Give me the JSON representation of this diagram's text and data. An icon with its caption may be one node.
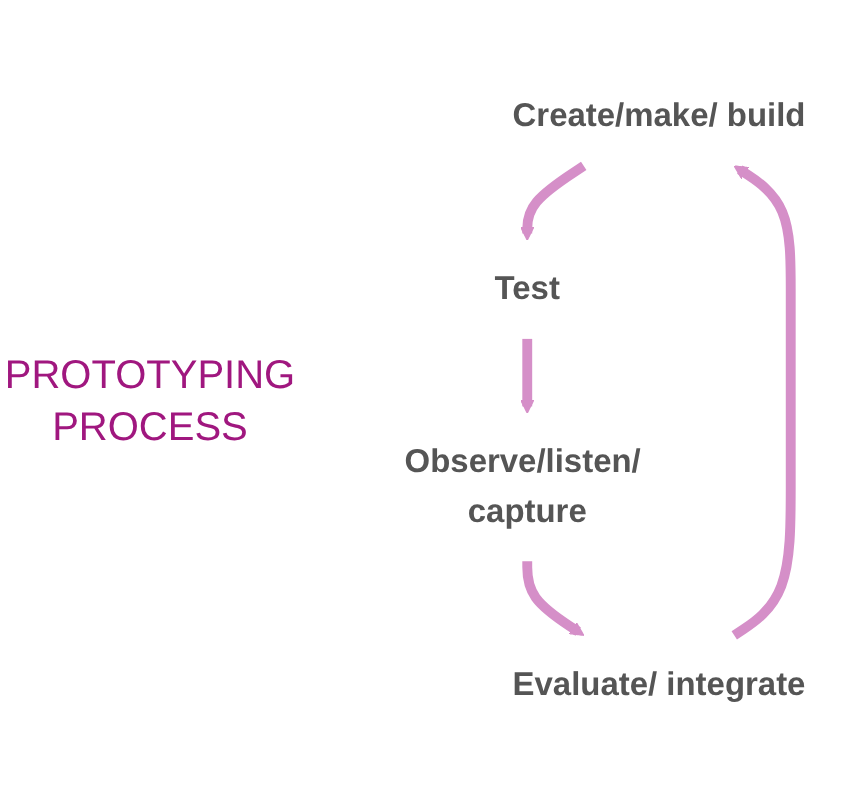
{
  "diagram": {
    "nodes": [
      {
        "text": [
          "Create/make/ build"
        ]
      },
      {
        "text": [
          "Test"
        ]
      },
      {
        "text": [
          "Observe/listen/ capture"
        ]
      },
      {
        "text": [
          "Evaluate/ integrate"
        ]
      }
    ],
    "edges": [
      {
        "from": 0,
        "to": 1,
        "arrow": "to"
      },
      {
        "from": 1,
        "to": 2,
        "arrow": "to"
      },
      {
        "from": 2,
        "to": 3,
        "arrow": "to"
      },
      {
        "from": 3,
        "to": 0,
        "arrow": "to"
      }
    ],
    "labels": [
      "PROTOTYPING PROCESS"
    ]
  }
}
